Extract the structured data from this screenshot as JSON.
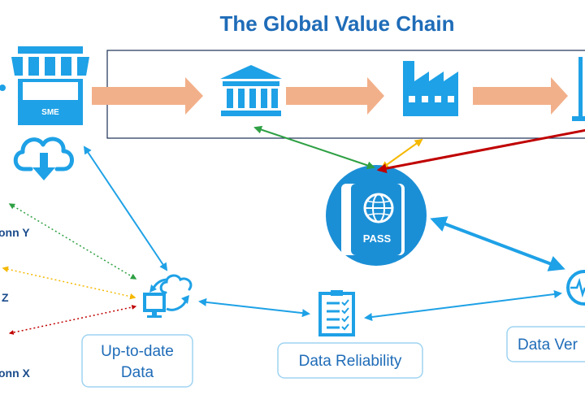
{
  "title": "The Global Value Chain",
  "icons": {
    "sme_label": "SME",
    "pass_label": "PASS"
  },
  "labels": {
    "up_to_date_line1": "Up-to-date",
    "up_to_date_line2": "Data",
    "data_reliability": "Data Reliability",
    "data_verification": "Data Ver",
    "conn_y": "onn Y",
    "conn_z": "Z",
    "conn_x": "onn X"
  },
  "colors": {
    "blue": "#1ea1e6",
    "title": "#1f6cb8",
    "arrow_fill": "#f2b08a",
    "green": "#2ea043",
    "orange": "#f5b800",
    "red": "#c00000",
    "navy": "#1b4c8c"
  }
}
